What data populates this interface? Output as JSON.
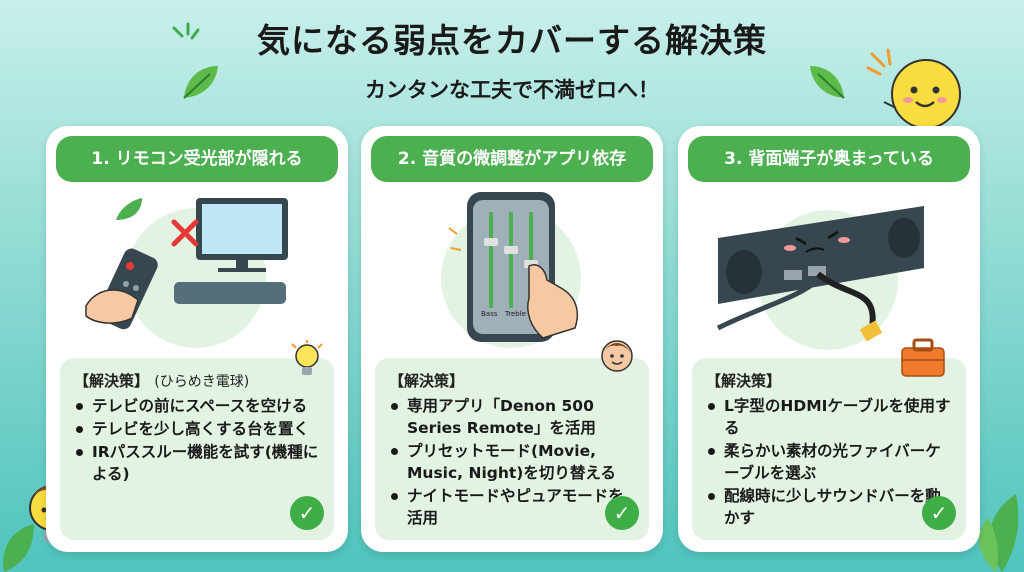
{
  "title": "気になる弱点をカバーする解決策",
  "subtitle": "カンタンな工夫で不満ゼロへ！",
  "cards": [
    {
      "heading": "1. リモコン受光部が隠れる",
      "solution_label": "【解決策】",
      "solution_note": "(ひらめき電球)",
      "items": [
        "テレビの前にスペースを空ける",
        "テレビを少し高くする台を置く",
        "IRパススルー機能を試す(機種による)"
      ],
      "icon": "tv-remote-blocked"
    },
    {
      "heading": "2. 音質の微調整がアプリ依存",
      "solution_label": "【解決策】",
      "solution_note": "",
      "items": [
        "専用アプリ「Denon 500 Series Remote」を活用",
        "プリセットモード(Movie, Music, Night)を切り替える",
        "ナイトモードやピュアモードを活用"
      ],
      "phone_labels": {
        "bass": "Bass",
        "treble": "Treble"
      },
      "icon": "phone-equalizer"
    },
    {
      "heading": "3. 背面端子が奥まっている",
      "solution_label": "【解決策】",
      "solution_note": "",
      "items": [
        "L字型のHDMIケーブルを使用する",
        "柔らかい素材の光ファイバーケーブルを選ぶ",
        "配線時に少しサウンドバーを動かす"
      ],
      "icon": "soundbar-hdmi"
    }
  ],
  "check_glyph": "✓",
  "colors": {
    "accent": "#4caf50",
    "panel": "#e3f3e3",
    "check": "#3fae47"
  }
}
